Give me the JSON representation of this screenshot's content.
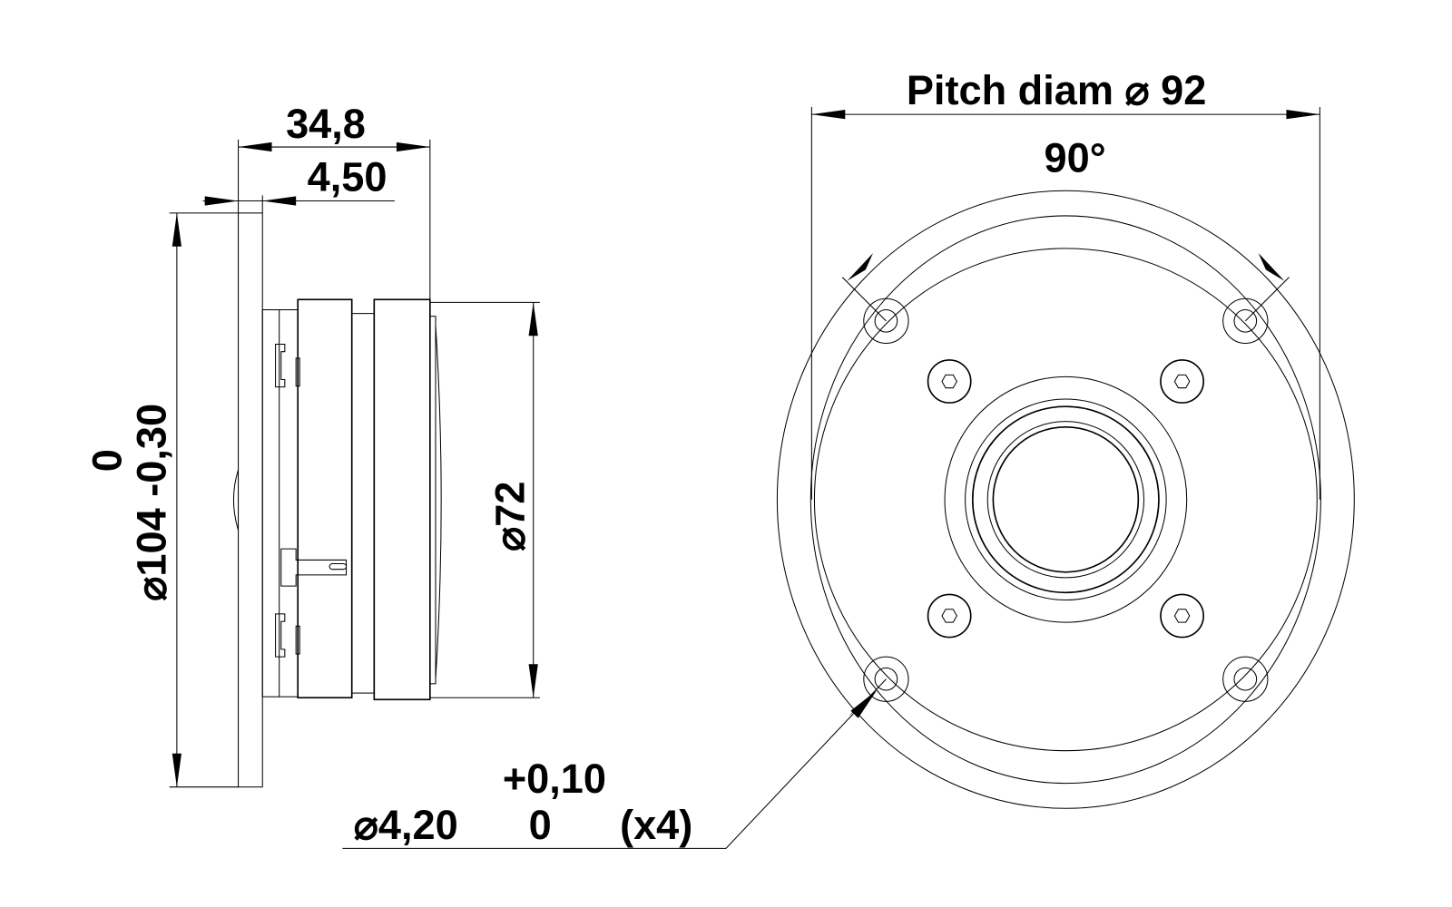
{
  "side_view": {
    "depth_total": "34,8",
    "flange_thickness": "4,50",
    "flange_diameter": "⌀104 -0,30",
    "flange_diameter_upper_tol": "0",
    "body_diameter": "⌀72"
  },
  "front_view": {
    "pitch_label": "Pitch diam ⌀ 92",
    "angle": "90°",
    "hole_diameter": "⌀4,20",
    "hole_tol_upper": "+0,10",
    "hole_tol_lower": "0",
    "hole_count": "(x4)"
  }
}
